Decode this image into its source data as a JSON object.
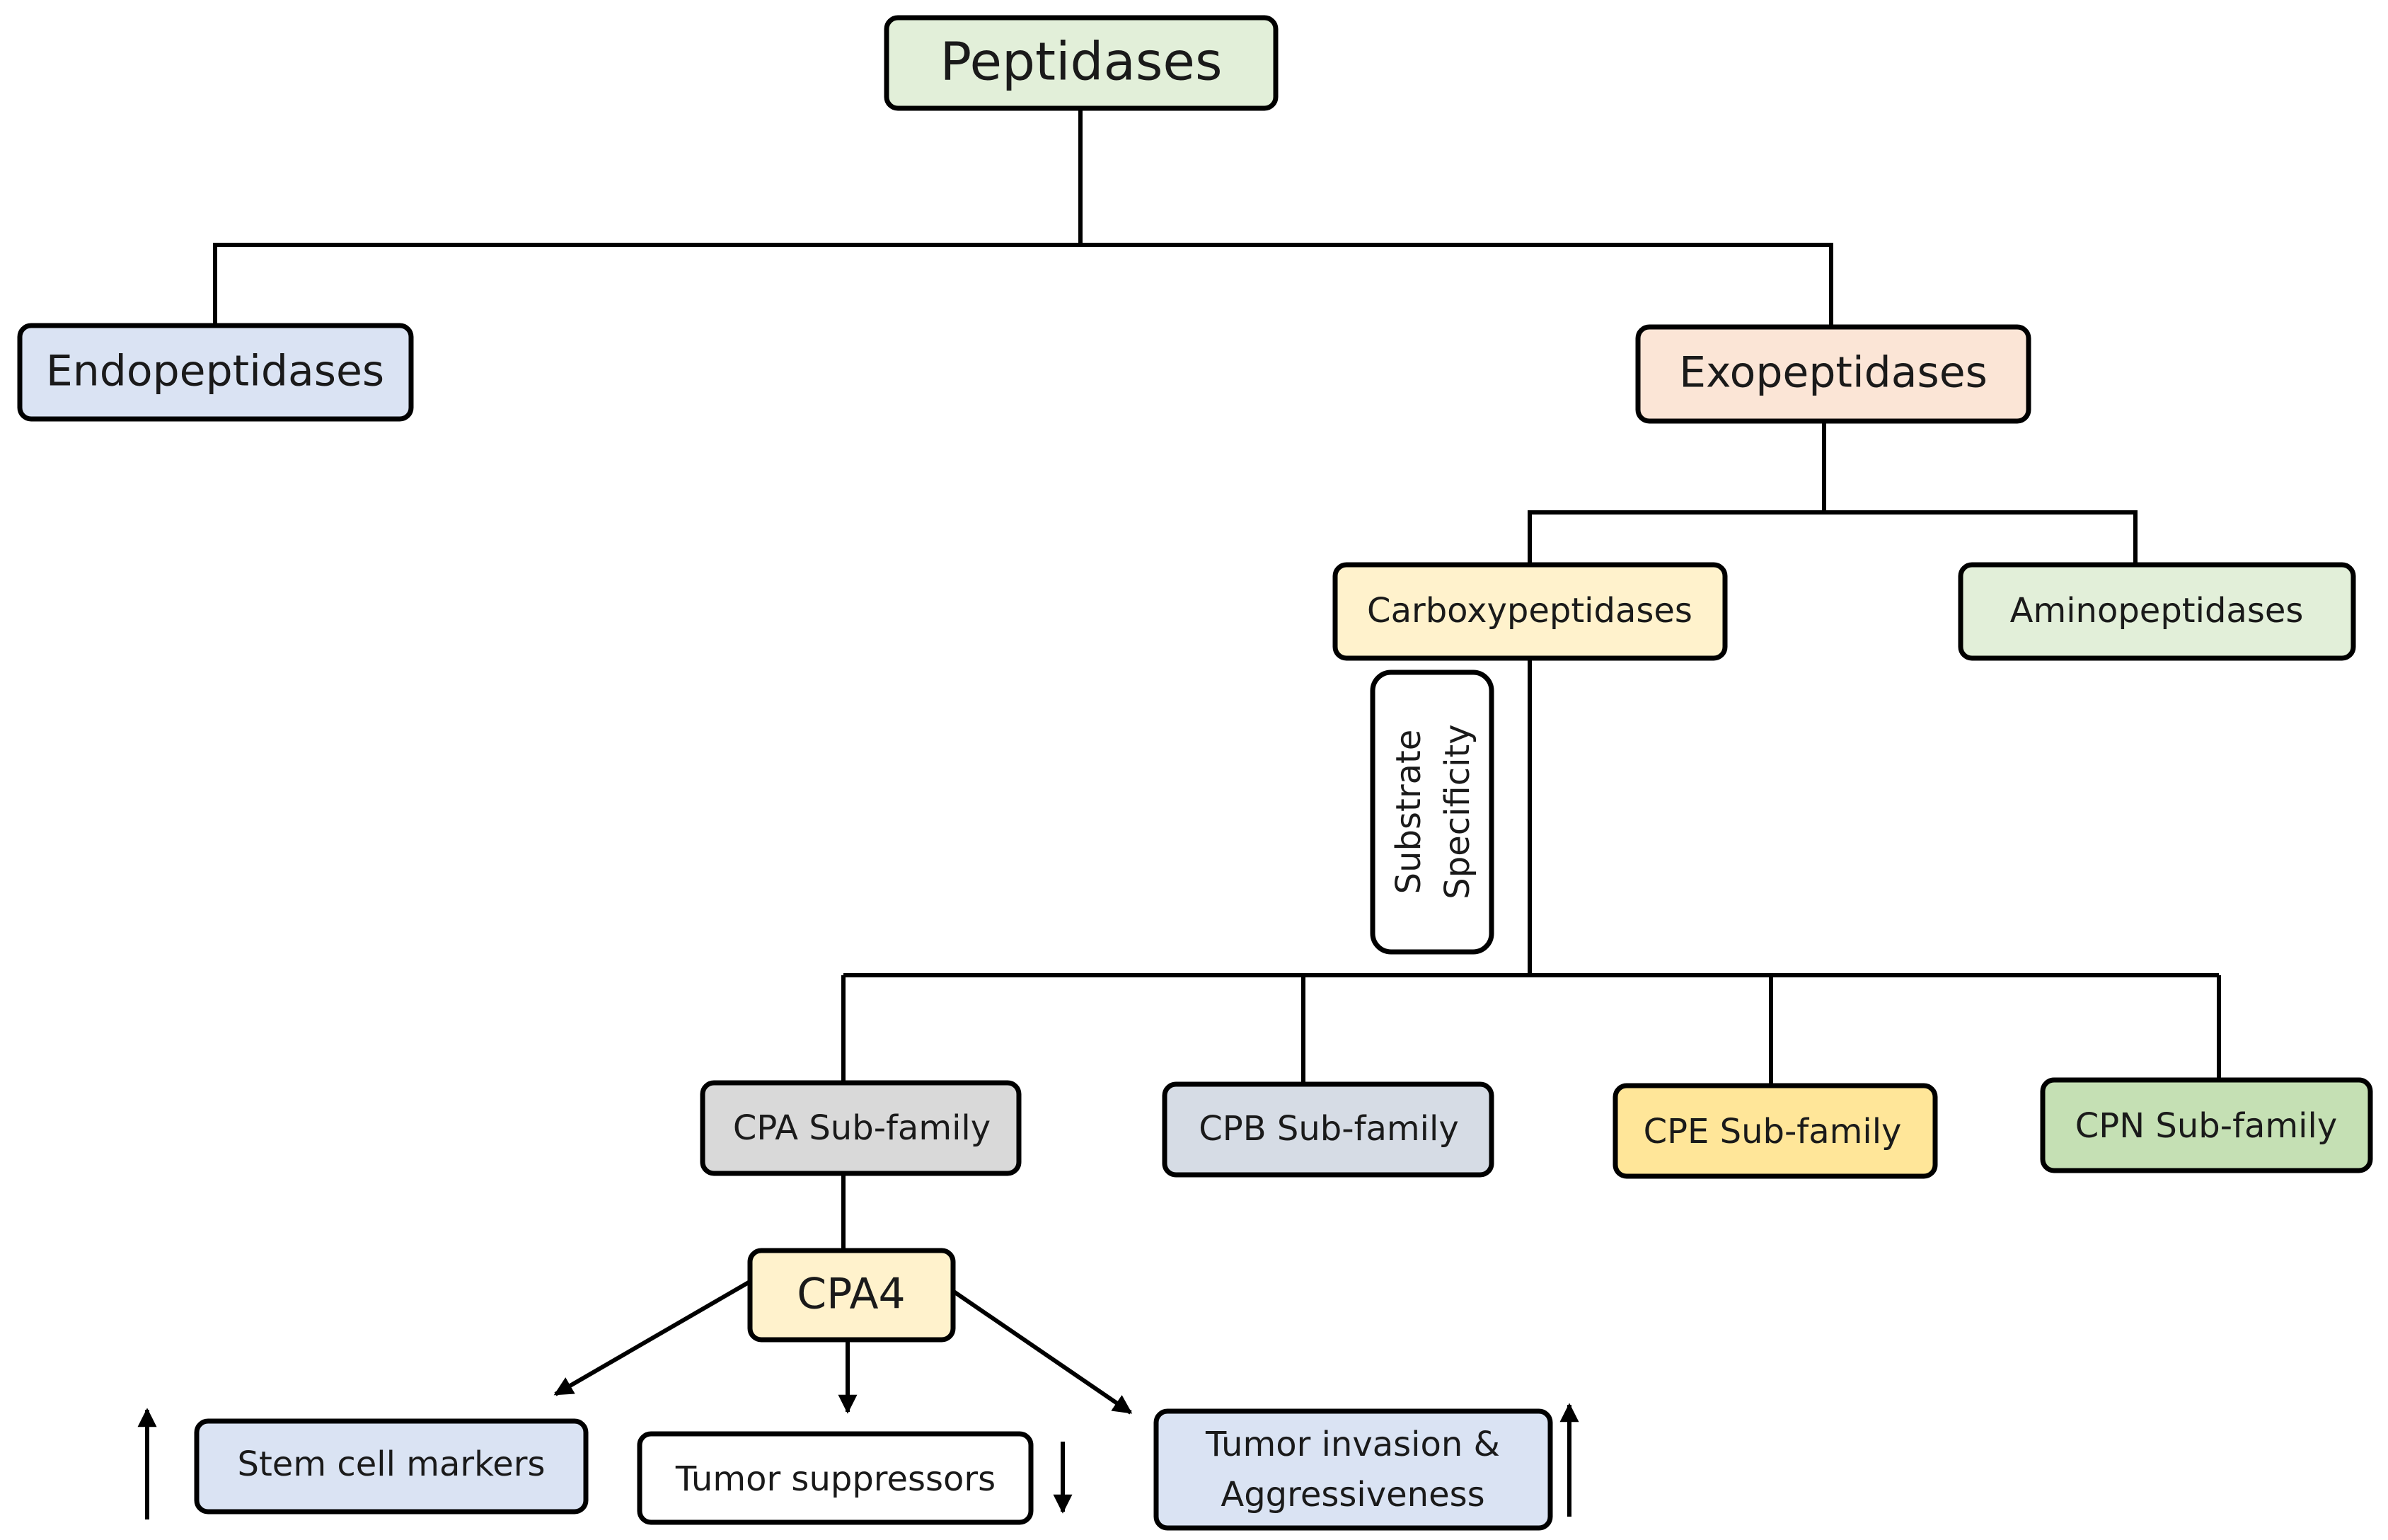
{
  "nodes": {
    "peptidases": {
      "label": "Peptidases",
      "color": "#e2efd9"
    },
    "endopeptidases": {
      "label": "Endopeptidases",
      "color": "#dae3f3"
    },
    "exopeptidases": {
      "label": "Exopeptidases",
      "color": "#fbe5d6"
    },
    "carboxypeptidases": {
      "label": "Carboxypeptidases",
      "color": "#fff2cc"
    },
    "aminopeptidases": {
      "label": "Aminopeptidases",
      "color": "#e2efd9"
    },
    "substrate_specificity": {
      "line1": "Substrate",
      "line2": "Specificity",
      "color": "#ffffff"
    },
    "cpa_subfamily": {
      "label": "CPA Sub-family",
      "color": "#d9d9d9"
    },
    "cpb_subfamily": {
      "label": "CPB Sub-family",
      "color": "#d6dce5"
    },
    "cpe_subfamily": {
      "label": "CPE Sub-family",
      "color": "#ffe699"
    },
    "cpn_subfamily": {
      "label": "CPN Sub-family",
      "color": "#c5e0b4"
    },
    "cpa4": {
      "label": "CPA4",
      "color": "#fff2cc"
    },
    "stem_cell_markers": {
      "label": "Stem cell markers",
      "color": "#dae3f3",
      "trend": "up"
    },
    "tumor_suppressors": {
      "label": "Tumor  suppressors",
      "color": "#ffffff",
      "trend": "down"
    },
    "tumor_invasion": {
      "line1": "Tumor  invasion &",
      "line2": "Aggressiveness",
      "color": "#dae3f3",
      "trend": "up"
    }
  }
}
